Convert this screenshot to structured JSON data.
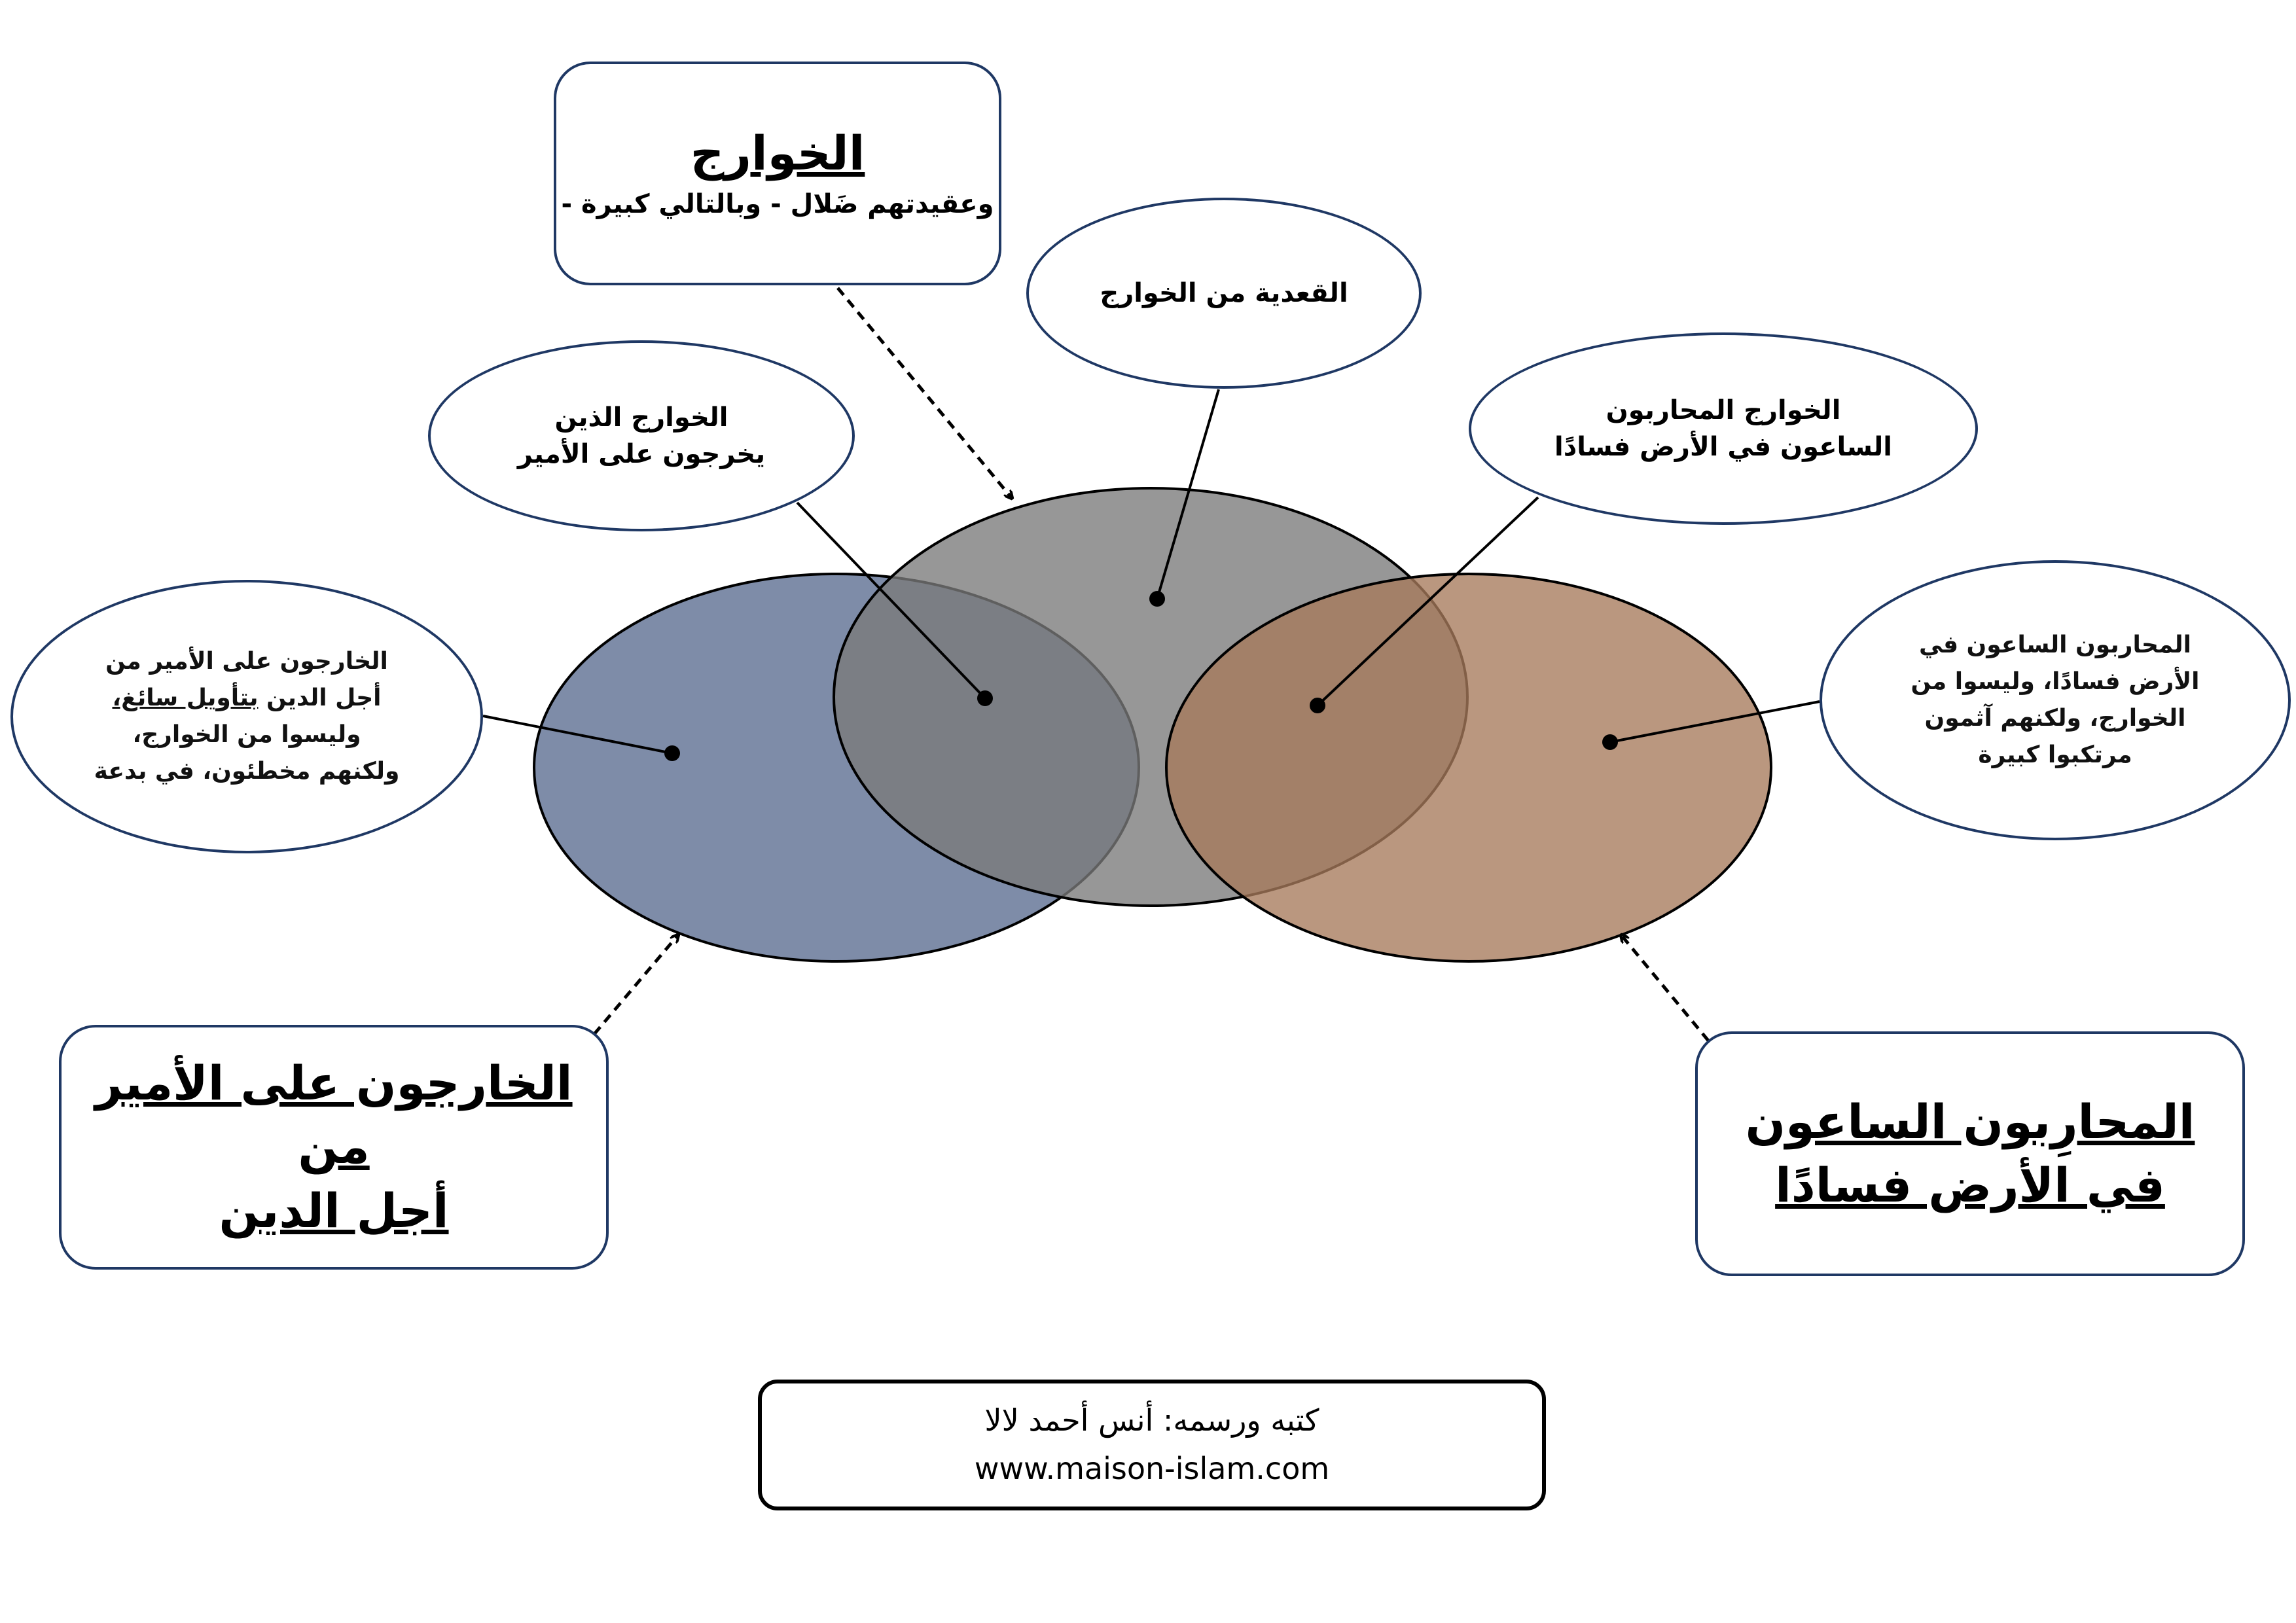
{
  "title_box": {
    "title": "الخوارج",
    "subtitle": "وعقيدتهم ضَلال - وبالتالي كبيرة -"
  },
  "bubbles": {
    "qaadiya": "القعدية من الخوارج",
    "khawarij_ameer_1": "الخوارج الذين",
    "khawarij_ameer_2": "يخرجون على الأمير",
    "khawarij_muharibun_1": "الخوارج المحاربون",
    "khawarij_muharibun_2": "الساعون في الأرض فسادًا",
    "left_1": "الخارجون على الأمير من",
    "left_2_pre": "أجل الدين ",
    "left_2_underlined": "بتأويل سائغ،",
    "left_3": "وليسوا من الخوارج،",
    "left_4": "ولكنهم مخطئون، في بدعة",
    "right_1": "المحاربون الساعون في",
    "right_2": "الأرض فسادًا، وليسوا من",
    "right_3": "الخوارج، ولكنهم آثمون",
    "right_4": "مرتكبوا كبيرة"
  },
  "left_box": {
    "line1": "الخارجون على الأمير من",
    "line2": "أجل الدين"
  },
  "right_box": {
    "line1": "المحارِبون الساعون",
    "line2": "في الأرض فسادًا"
  },
  "footer": {
    "author": "كتبه ورسمه: أنس أحمد لالا",
    "website": "www.maison-islam.com"
  },
  "colors": {
    "left_set": "#5a6c8f",
    "middle_set": "#7a7a7a",
    "right_set": "#a67a5b",
    "border": "#1f3864"
  }
}
